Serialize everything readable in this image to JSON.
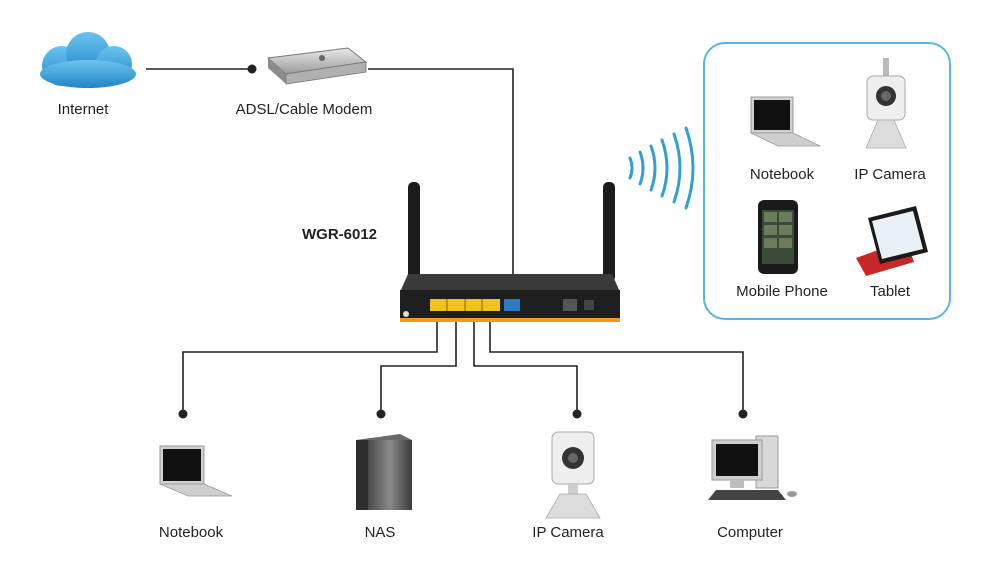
{
  "internet": {
    "label": "Internet"
  },
  "modem": {
    "label": "ADSL/Cable Modem"
  },
  "router": {
    "model": "WGR-6012"
  },
  "wireless_devices": [
    {
      "label": "Notebook",
      "icon": "laptop-icon"
    },
    {
      "label": "IP Camera",
      "icon": "ip-camera-icon"
    },
    {
      "label": "Mobile Phone",
      "icon": "smartphone-icon"
    },
    {
      "label": "Tablet",
      "icon": "tablet-icon"
    }
  ],
  "wired_devices": [
    {
      "label": "Notebook",
      "icon": "laptop-icon"
    },
    {
      "label": "NAS",
      "icon": "nas-icon"
    },
    {
      "label": "IP Camera",
      "icon": "ip-camera-icon"
    },
    {
      "label": "Computer",
      "icon": "desktop-computer-icon"
    }
  ],
  "colors": {
    "cloud": "#2f9fd8",
    "wireless_waves": "#2f9fd8",
    "wifi_box_border": "#5ab4e0",
    "lan_ports": "#f2c21b",
    "wan_port": "#2b79c2",
    "router_body": "#222222",
    "router_trim": "#f29a1f",
    "cable": "#222222"
  }
}
